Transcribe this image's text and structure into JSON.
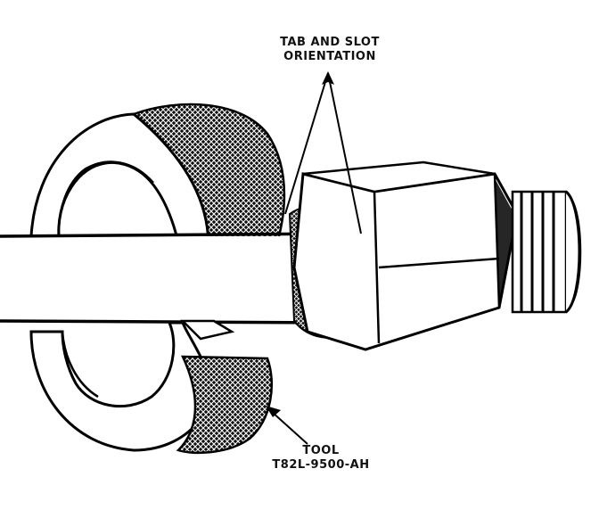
{
  "callouts": {
    "tab_slot": {
      "line1": "TAB AND SLOT",
      "line2": "ORIENTATION"
    },
    "tool": {
      "line1": "TOOL",
      "line2": "T82L-9500-AH"
    }
  },
  "colors": {
    "ink": "#111111",
    "paper": "#ffffff"
  }
}
